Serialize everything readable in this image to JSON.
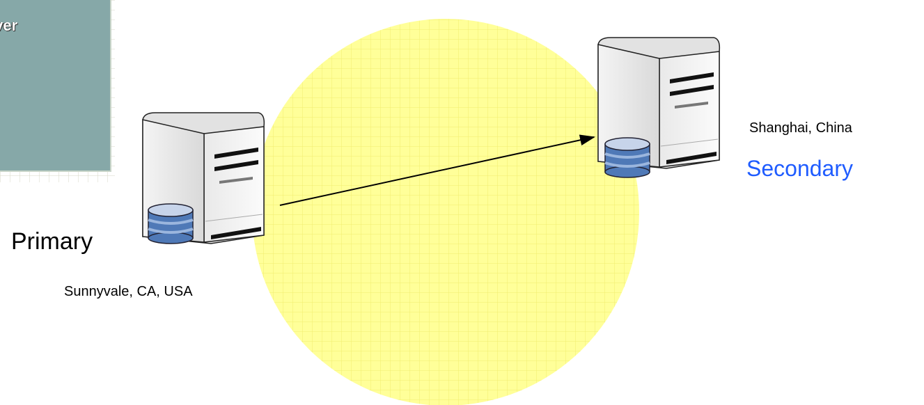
{
  "panel": {
    "text": "ver"
  },
  "primary": {
    "role": "Primary",
    "location": "Sunnyvale, CA, USA"
  },
  "secondary": {
    "role": "Secondary",
    "location": "Shanghai, China"
  },
  "colors": {
    "circle": "#ffff99",
    "panel": "#86a8a8",
    "secondary_text": "#1f5cff",
    "database": "#4f79b7"
  },
  "icons": {
    "server": "server-icon",
    "database": "database-icon",
    "arrow": "replication-arrow"
  }
}
